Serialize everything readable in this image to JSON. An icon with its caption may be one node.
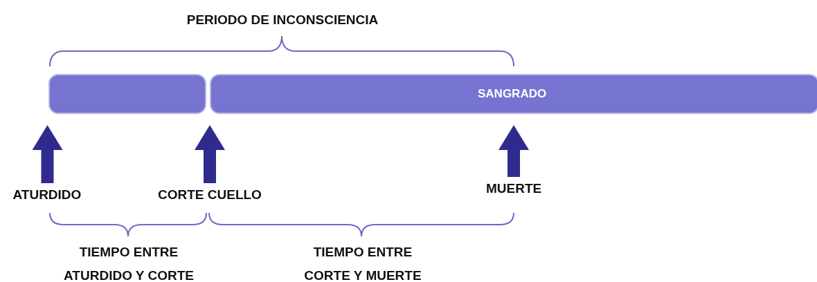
{
  "diagram": {
    "nodes": [
      {
        "text": [],
        "shape": "bar"
      },
      {
        "text": [
          "SANGRADO"
        ]
      },
      {
        "text": [
          "ATURDIDO"
        ]
      },
      {
        "text": [
          "CORTE CUELLO"
        ]
      },
      {
        "text": [
          "MUERTE"
        ]
      }
    ],
    "edges": [
      {
        "from": 2,
        "to": 0,
        "arrow": "to"
      },
      {
        "from": 3,
        "to": 1,
        "arrow": "to"
      },
      {
        "from": 4,
        "to": 1,
        "arrow": "to"
      }
    ],
    "labels": [
      "PERIODO DE INCONSCIENCIA",
      "TIEMPO ENTRE ATURDIDO Y CORTE",
      "TIEMPO ENTRE CORTE Y MUERTE"
    ]
  }
}
